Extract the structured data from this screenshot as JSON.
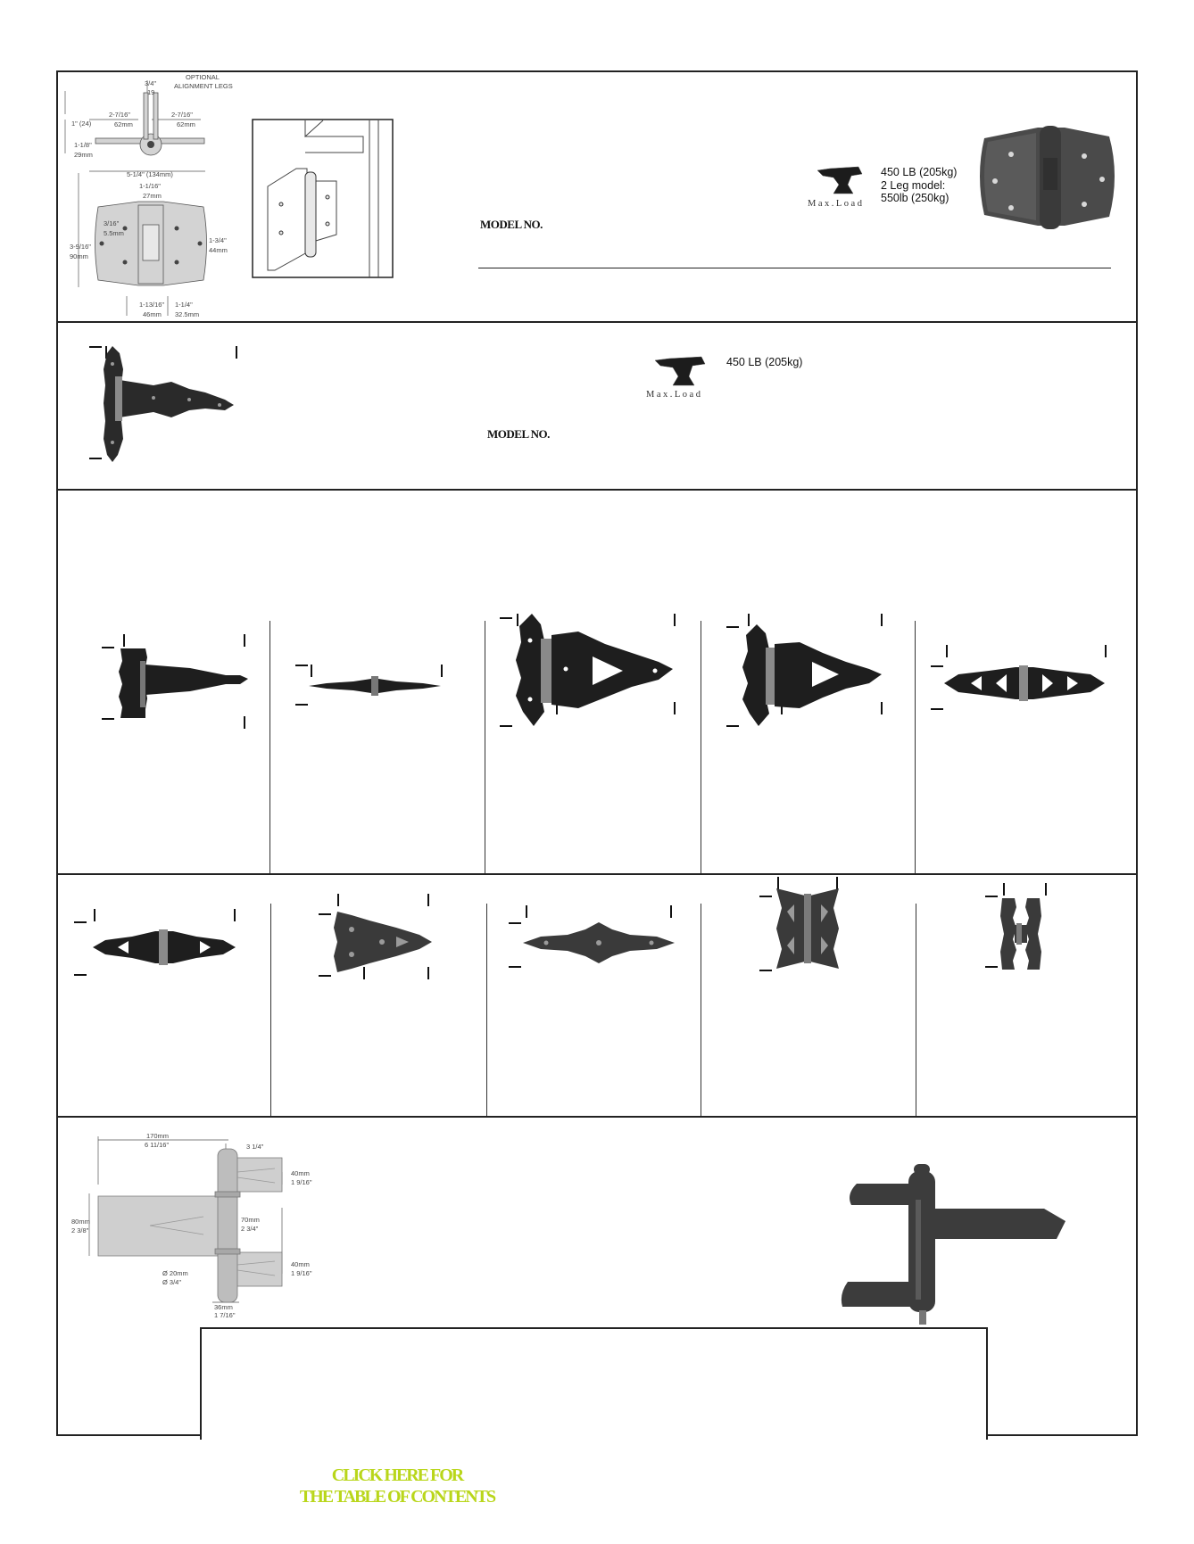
{
  "section1": {
    "model_label": "MODEL NO.",
    "max_load_label": "Max.Load",
    "load_lines": [
      "450  LB (205kg)",
      "2 Leg model:",
      "550lb (250kg)"
    ],
    "diagram_labels": [
      "3/4\"",
      "19",
      "OPTIONAL",
      "ALIGNMENT LEGS",
      "1\" (24)",
      "2-7/16\"",
      "62mm",
      "2-7/16\"",
      "62mm",
      "1-1/8\"",
      "29mm",
      "5-1/4\" (134mm)",
      "1-1/16\"",
      "27mm",
      "3/16\"",
      "5.5mm",
      "3-9/16\"",
      "90mm",
      "1-3/4\"",
      "44mm",
      "1-13/16\"",
      "46mm",
      "1-1/4\"",
      "32.5mm"
    ]
  },
  "section2": {
    "model_label": "MODEL NO.",
    "max_load_label": "Max.Load",
    "load_text": "450  LB (205kg)"
  },
  "section5": {
    "diagram_labels": [
      "170mm",
      "6 11/16\"",
      "3 1/4\"",
      "40mm",
      "1 9/16\"",
      "70mm",
      "2 3/4\"",
      "80mm",
      "2 3/8\"",
      "Ø 20mm",
      "Ø 3/4\"",
      "40mm",
      "1 9/16\"",
      "36mm",
      "1 7/16\""
    ]
  },
  "toc_link": {
    "line1": "CLICK HERE FOR",
    "line2": "THE TABLE OF CONTENTS"
  },
  "colors": {
    "frame": "#222222",
    "toc_link": "#b9d61a",
    "hardware": "#1e1e1e"
  }
}
